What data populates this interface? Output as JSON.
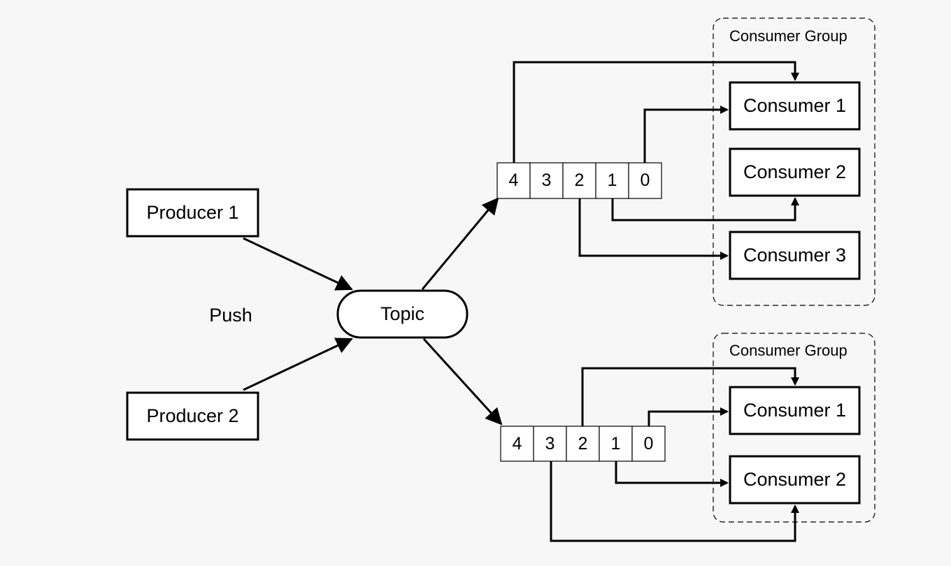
{
  "label_push": "Push",
  "topic": {
    "label": "Topic"
  },
  "producers": [
    {
      "label": "Producer 1"
    },
    {
      "label": "Producer 2"
    }
  ],
  "queues": [
    {
      "cells": [
        "4",
        "3",
        "2",
        "1",
        "0"
      ]
    },
    {
      "cells": [
        "4",
        "3",
        "2",
        "1",
        "0"
      ]
    }
  ],
  "groups": [
    {
      "title": "Consumer Group",
      "consumers": [
        {
          "label": "Consumer 1"
        },
        {
          "label": "Consumer 2"
        },
        {
          "label": "Consumer 3"
        }
      ]
    },
    {
      "title": "Consumer Group",
      "consumers": [
        {
          "label": "Consumer 1"
        },
        {
          "label": "Consumer 2"
        }
      ]
    }
  ],
  "colors": {
    "stroke": "#000000",
    "background": "#f7f7f7",
    "box_fill": "#ffffff"
  }
}
